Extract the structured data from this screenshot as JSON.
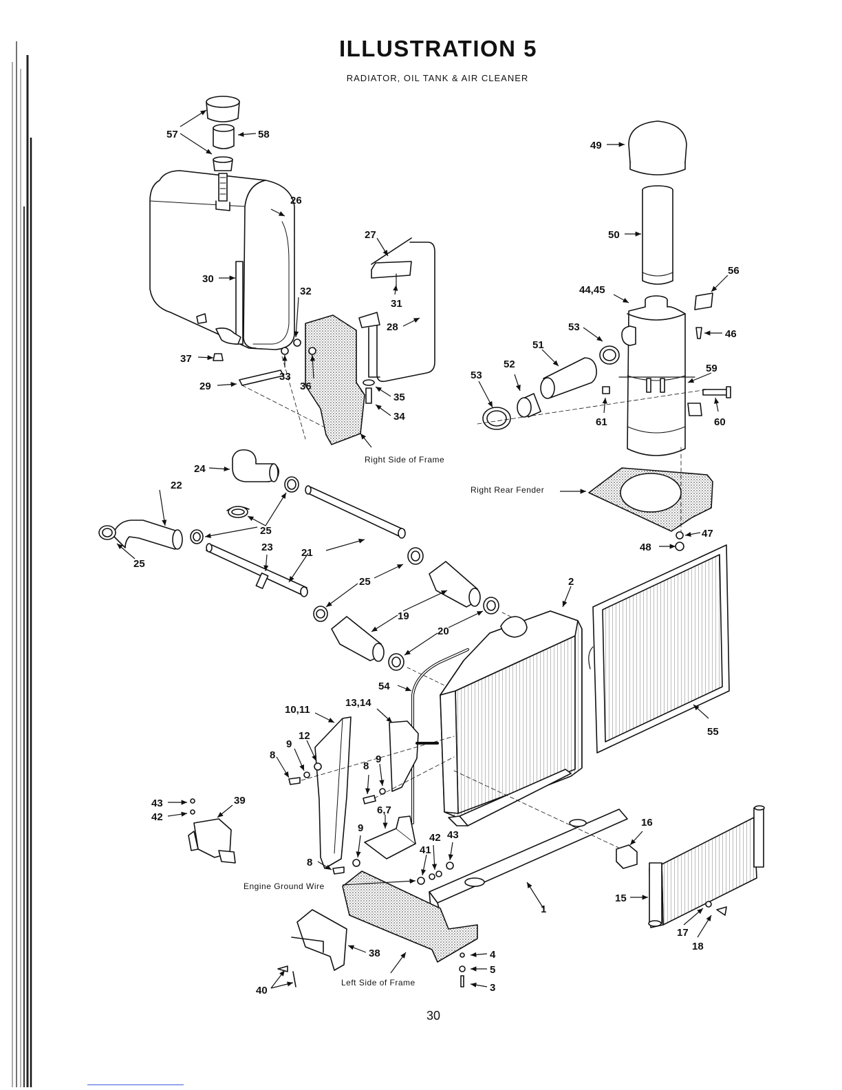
{
  "title": "ILLUSTRATION 5",
  "subtitle": "RADIATOR, OIL TANK & AIR CLEANER",
  "page_number": "30",
  "part_labels": [
    "57",
    "58",
    "26",
    "27",
    "30",
    "32",
    "31",
    "28",
    "37",
    "29",
    "33",
    "36",
    "35",
    "34",
    "49",
    "50",
    "56",
    "44,45",
    "46",
    "53",
    "51",
    "52",
    "53",
    "59",
    "61",
    "60",
    "24",
    "22",
    "25",
    "25",
    "23",
    "21",
    "25",
    "25",
    "19",
    "20",
    "2",
    "47",
    "48",
    "54",
    "10,11",
    "13,14",
    "12",
    "9",
    "8",
    "9",
    "8",
    "43",
    "42",
    "39",
    "6,7",
    "9",
    "42",
    "43",
    "41",
    "8",
    "16",
    "1",
    "15",
    "17",
    "18",
    "38",
    "4",
    "5",
    "3",
    "40",
    "55"
  ],
  "callouts": {
    "right_side_frame": "Right Side of Frame",
    "right_rear_fender": "Right Rear Fender",
    "engine_ground_wire": "Engine Ground Wire",
    "left_side_frame": "Left Side of Frame"
  }
}
